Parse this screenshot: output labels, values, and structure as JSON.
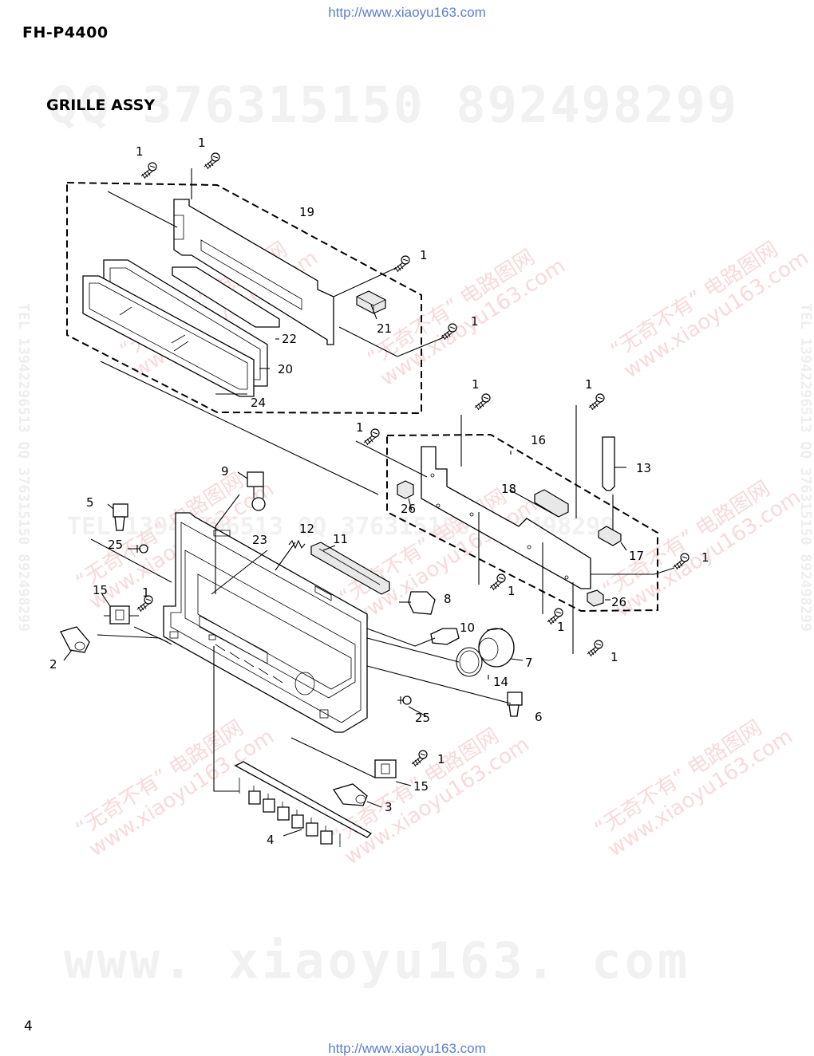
{
  "header": {
    "url_top": "http://www.xiaoyu163.com",
    "model": "FH-P4400",
    "section_title": "GRILLE ASSY"
  },
  "footer": {
    "page_number": "4",
    "url_bottom": "http://www.xiaoyu163.com"
  },
  "watermarks": {
    "qq_banner": "QQ 376315150   892498299",
    "site_banner": "www. xiaoyu163. com",
    "tel_banner": "TEL 13942296513  QQ 376315150  892498299",
    "side_text": "TEL 13942296513  QQ 376315150  892498299",
    "diag_cn": "“无奇不有” 电路图网",
    "diag_site": "www.xiaoyu163.com"
  },
  "diagram": {
    "labels": {
      "s1a": "1",
      "s1b": "1",
      "s1c": "1",
      "s1d": "1",
      "s1e": "1",
      "s1f": "1",
      "s1g": "1",
      "s1h": "1",
      "s1i": "1",
      "s1j": "1",
      "s1k": "1",
      "s1l": "1",
      "s1m": "1",
      "p2": "2",
      "p3": "3",
      "p4": "4",
      "p5": "5",
      "p6": "6",
      "p7": "7",
      "p8": "8",
      "p9": "9",
      "p10": "10",
      "p11": "11",
      "p12": "12",
      "p13": "13",
      "p14": "14",
      "p15a": "15",
      "p15b": "15",
      "p16": "16",
      "p17": "17",
      "p18": "18",
      "p19": "19",
      "p20": "20",
      "p21": "21",
      "p22": "22",
      "p23": "23",
      "p24": "24",
      "p25a": "25",
      "p25b": "25",
      "p26a": "26",
      "p26b": "26"
    }
  }
}
